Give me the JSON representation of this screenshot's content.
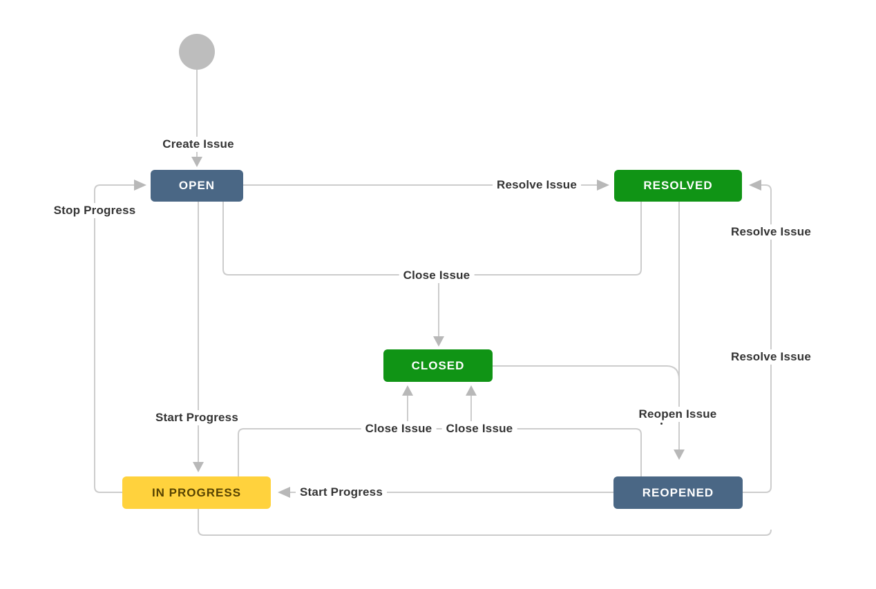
{
  "colors": {
    "background": "#ffffff",
    "node_blue": "#4a6785",
    "node_green": "#109415",
    "node_yellow": "#ffd23d",
    "node_yellow_text": "#574301",
    "node_text": "#ffffff",
    "start_circle": "#bdbdbd",
    "line": "#cccccc",
    "arrow": "#b8b8b8",
    "label_text": "#333333"
  },
  "nodes": {
    "open": {
      "label": "OPEN",
      "color": "blue"
    },
    "resolved": {
      "label": "RESOLVED",
      "color": "green"
    },
    "closed": {
      "label": "CLOSED",
      "color": "green"
    },
    "in_progress": {
      "label": "IN PROGRESS",
      "color": "yellow"
    },
    "reopened": {
      "label": "REOPENED",
      "color": "blue"
    }
  },
  "transitions": {
    "create_issue": {
      "label": "Create Issue",
      "from": "start",
      "to": "open"
    },
    "resolve_issue_open": {
      "label": "Resolve Issue",
      "from": "open",
      "to": "resolved"
    },
    "stop_progress": {
      "label": "Stop Progress",
      "from": "in_progress",
      "to": "open"
    },
    "close_issue_top": {
      "label": "Close Issue",
      "from": "open / resolved",
      "to": "closed"
    },
    "start_progress_open": {
      "label": "Start Progress",
      "from": "open",
      "to": "in_progress"
    },
    "close_issue_in_progress": {
      "label": "Close Issue",
      "from": "in_progress",
      "to": "closed"
    },
    "close_issue_reopened": {
      "label": "Close Issue",
      "from": "reopened",
      "to": "closed"
    },
    "reopen_issue": {
      "label": "Reopen Issue",
      "from": "resolved / closed",
      "to": "reopened"
    },
    "start_progress_reopened": {
      "label": "Start Progress",
      "from": "reopened",
      "to": "in_progress"
    },
    "resolve_issue_reopened": {
      "label": "Resolve Issue",
      "from": "reopened",
      "to": "resolved"
    },
    "resolve_issue_in_progress": {
      "label": "Resolve Issue",
      "from": "in_progress",
      "to": "resolved"
    },
    "reopen_dot": "."
  }
}
